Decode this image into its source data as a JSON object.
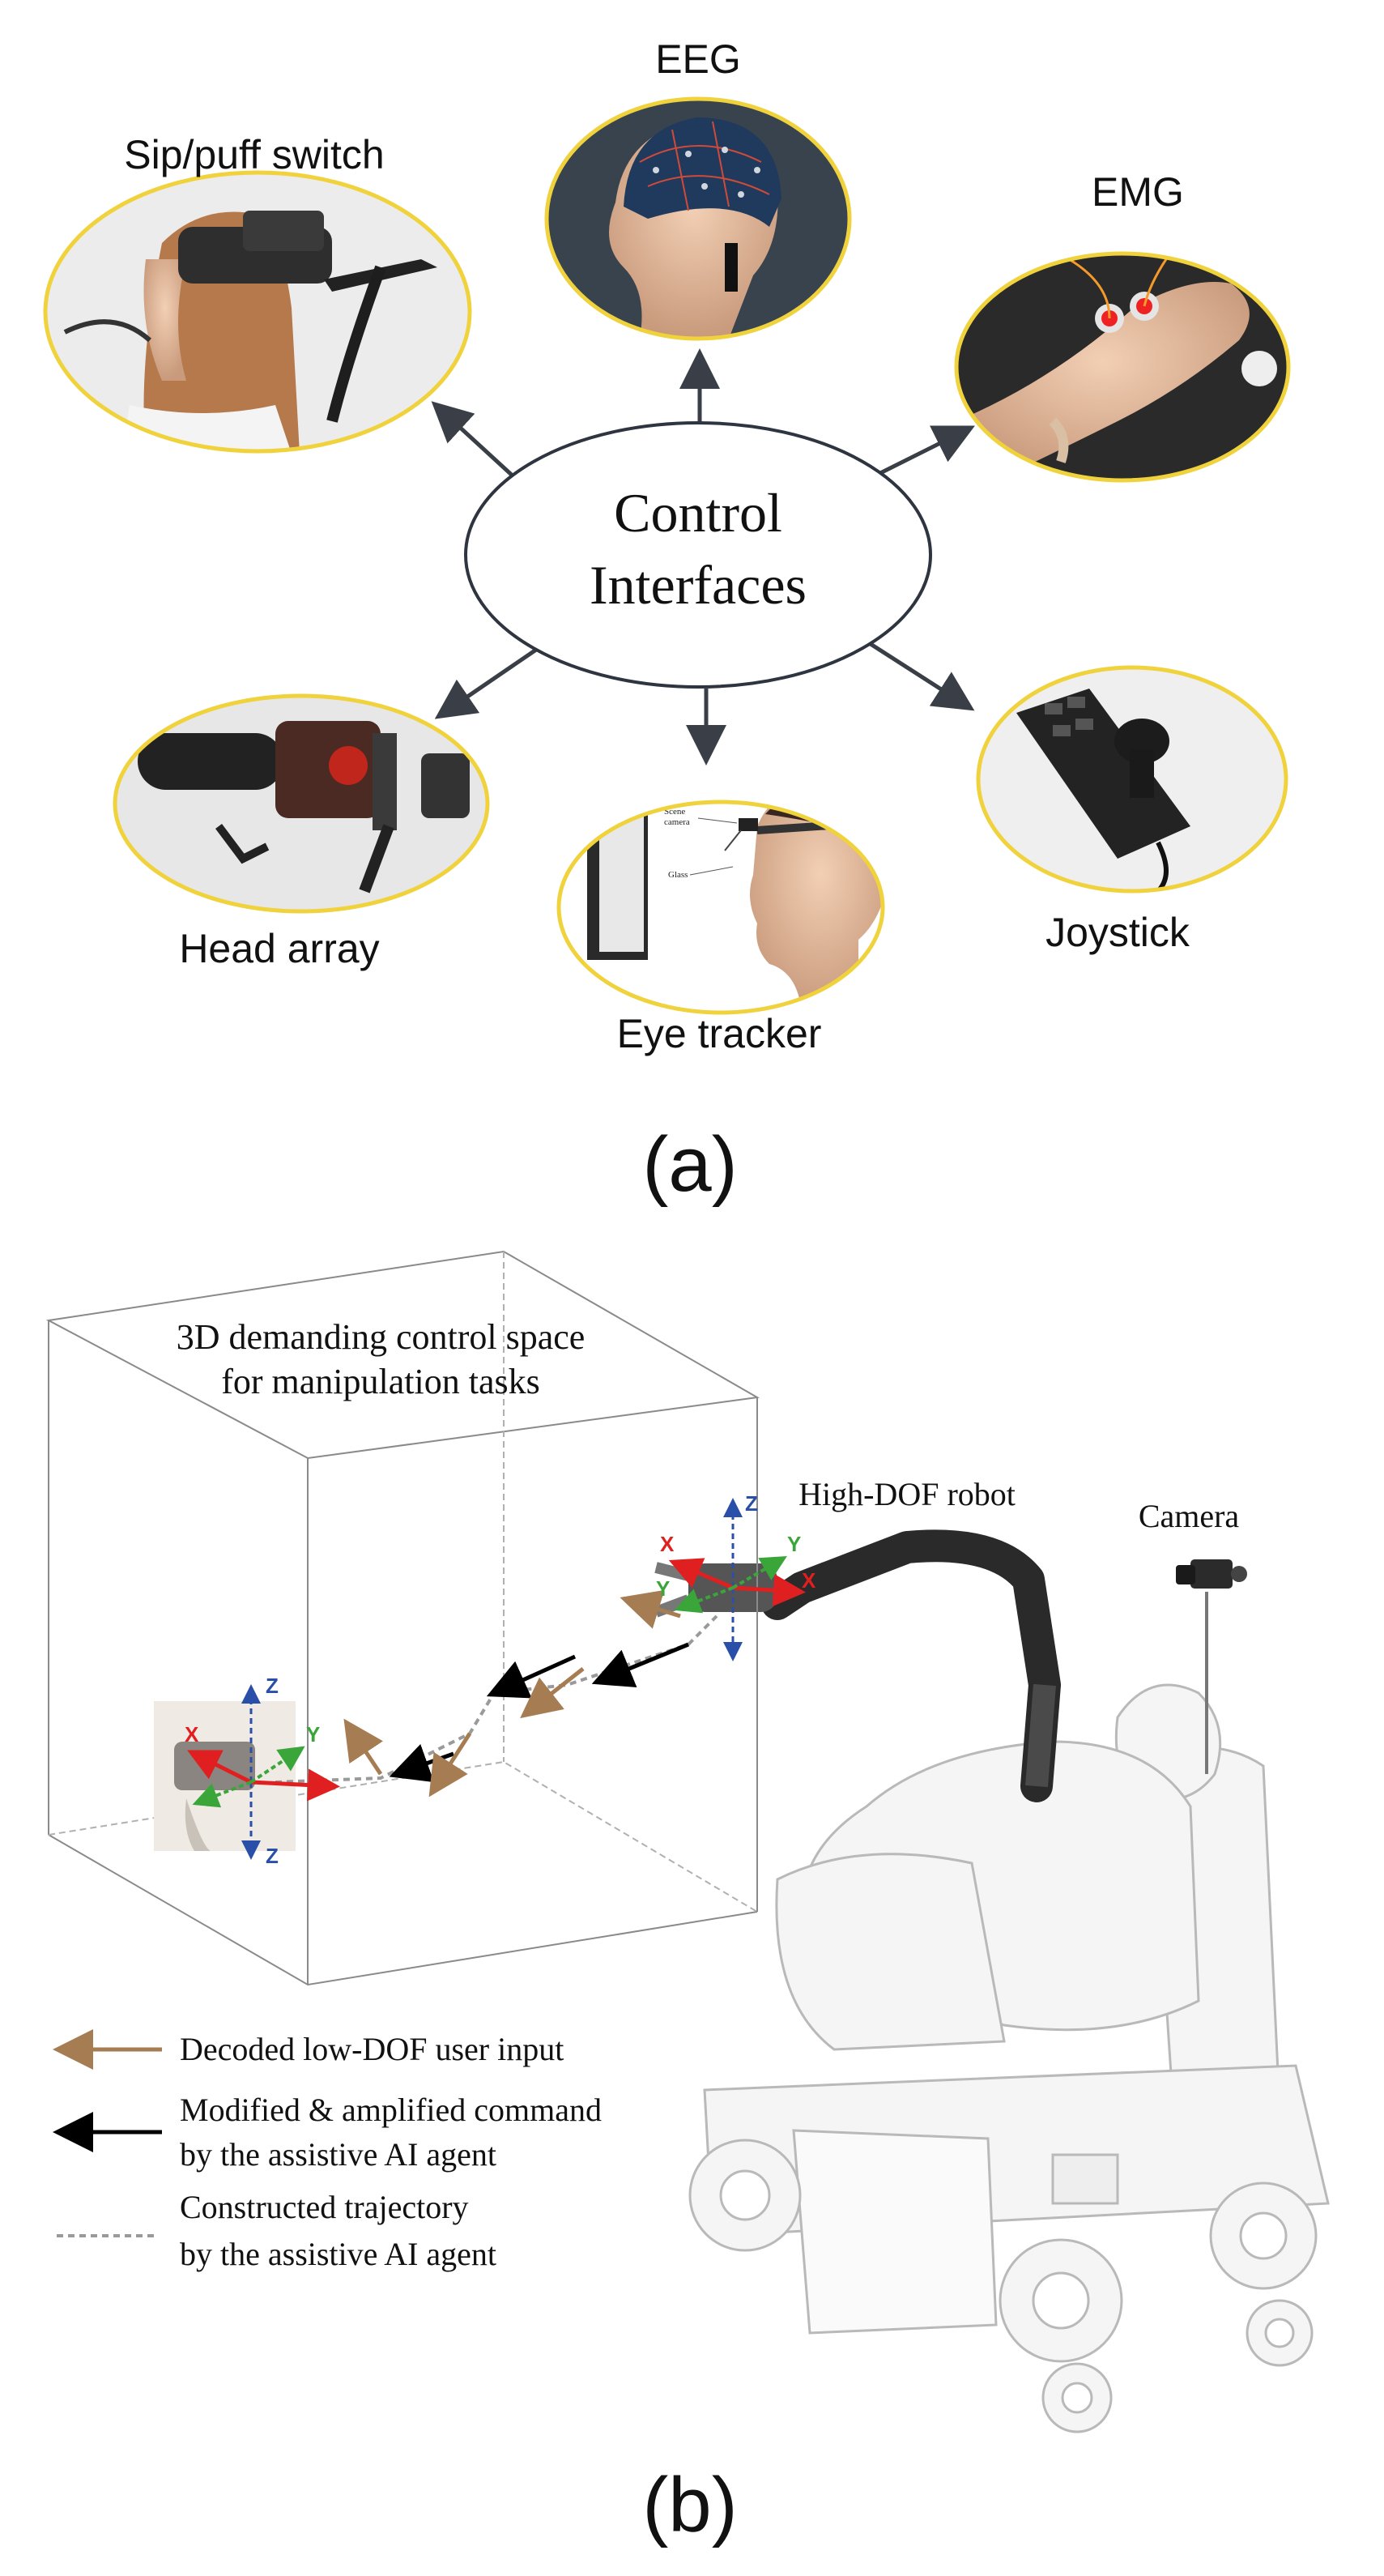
{
  "panel_a": {
    "center_label_line1": "Control",
    "center_label_line2": "Interfaces",
    "interfaces": {
      "sip_puff": "Sip/puff switch",
      "eeg": "EEG",
      "emg": "EMG",
      "head_array": "Head array",
      "eye_tracker": "Eye tracker",
      "joystick": "Joystick"
    },
    "eye_tracker_annotations": {
      "scene_camera_line1": "Scene",
      "scene_camera_line2": "camera",
      "glass": "Glass"
    },
    "caption": "(a)"
  },
  "panel_b": {
    "space_label_line1": "3D demanding control space",
    "space_label_line2": "for manipulation tasks",
    "robot_label": "High-DOF robot",
    "camera_label": "Camera",
    "axis_labels": {
      "x": "X",
      "y": "Y",
      "z": "Z"
    },
    "legend": {
      "user_input": "Decoded low-DOF user input",
      "command_line1": "Modified & amplified command",
      "command_line2": "by the assistive AI agent",
      "trajectory_line1": "Constructed trajectory",
      "trajectory_line2": "by the assistive  AI agent"
    },
    "colors": {
      "user_input_arrow": "#a67c52",
      "command_arrow": "#000000",
      "trajectory": "#9a9a9a",
      "x_axis": "#e02020",
      "y_axis": "#3aa63a",
      "z_axis": "#2a4fa8"
    },
    "caption": "(b)"
  },
  "colors": {
    "oval_border": "#f0d23c",
    "arrow": "#3a3f47",
    "ellipse_stroke": "#2e3440"
  }
}
